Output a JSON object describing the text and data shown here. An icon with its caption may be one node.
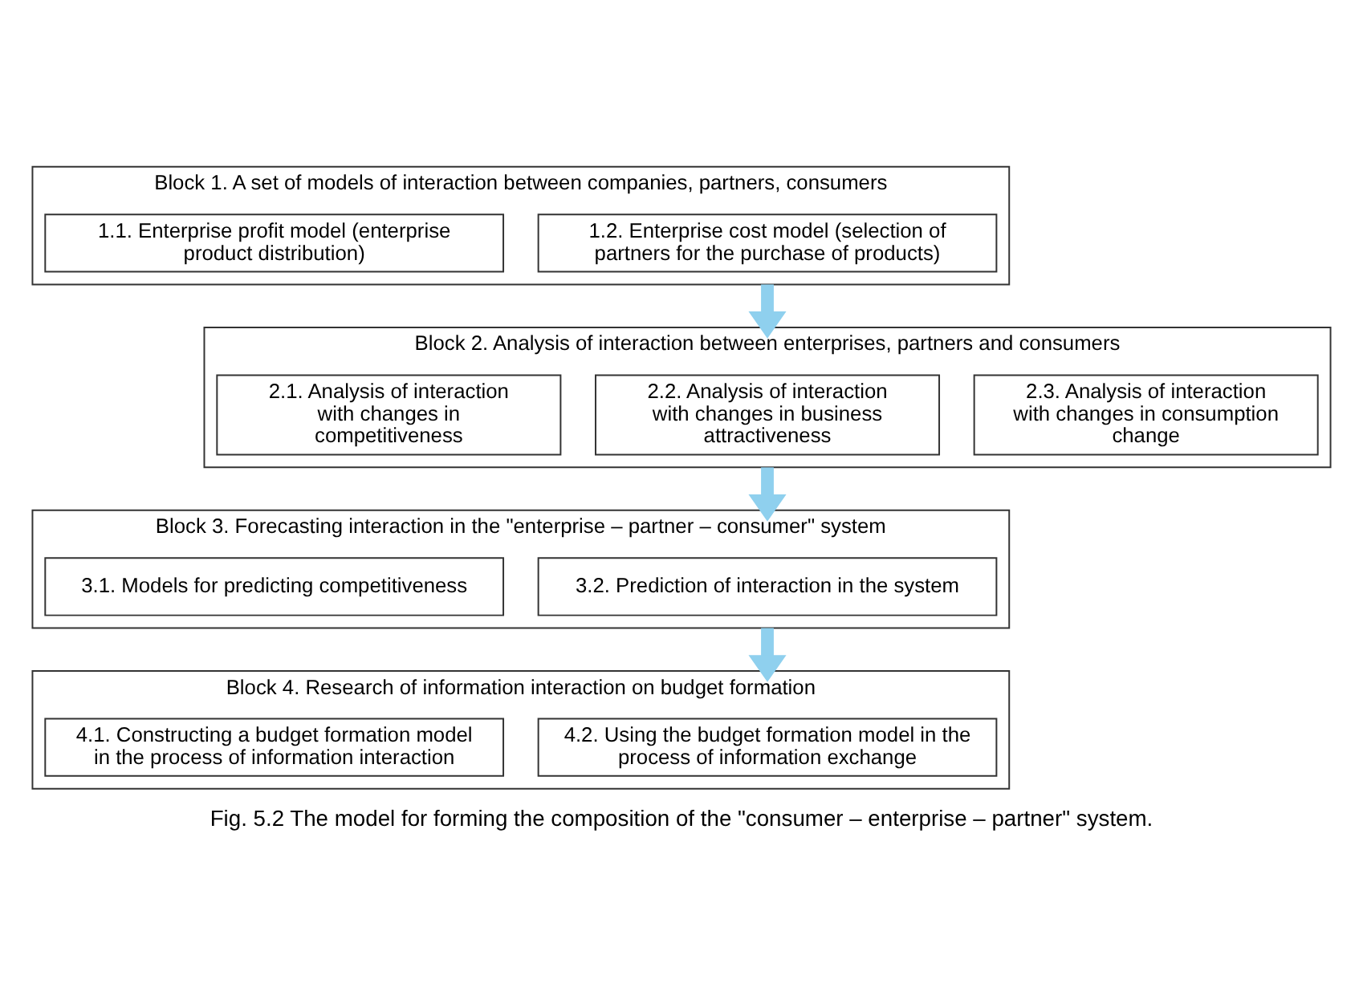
{
  "diagram": {
    "caption": "Fig. 5.2 The model for forming the composition of the \"consumer – enterprise – partner\" system.",
    "nodes": [
      {
        "text": [
          "Block 1. A set of models of interaction between companies, partners, consumers"
        ]
      },
      {
        "text": [
          "1.1. Enterprise profit model (enterprise product distribution)"
        ],
        "in": 0
      },
      {
        "text": [
          "1.2. Enterprise cost model (selection of partners for the purchase of products)"
        ],
        "in": 0
      },
      {
        "text": [
          "Block 2. Analysis of interaction between enterprises, partners and consumers"
        ]
      },
      {
        "text": [
          "2.1. Analysis of interaction with changes in competitiveness"
        ],
        "in": 3
      },
      {
        "text": [
          "2.2. Analysis of interaction with changes in business attractiveness"
        ],
        "in": 3
      },
      {
        "text": [
          "2.3. Analysis of interaction with changes in consumption change"
        ],
        "in": 3
      },
      {
        "text": [
          "Block 3. Forecasting interaction in the \"enterprise – partner – consumer\" system"
        ]
      },
      {
        "text": [
          "3.1. Models for predicting competitiveness"
        ],
        "in": 7
      },
      {
        "text": [
          "3.2. Prediction of interaction in the system"
        ],
        "in": 7
      },
      {
        "text": [
          "Block 4. Research of information interaction on budget formation"
        ]
      },
      {
        "text": [
          "4.1. Constructing a budget formation model in the process of information interaction"
        ],
        "in": 10
      },
      {
        "text": [
          "4.2. Using the budget formation model in the process of information exchange"
        ],
        "in": 10
      }
    ],
    "edges": [
      {
        "from": 0,
        "to": 3,
        "arrow": "to"
      },
      {
        "from": 3,
        "to": 7,
        "arrow": "to"
      },
      {
        "from": 7,
        "to": 10,
        "arrow": "to"
      }
    ]
  }
}
